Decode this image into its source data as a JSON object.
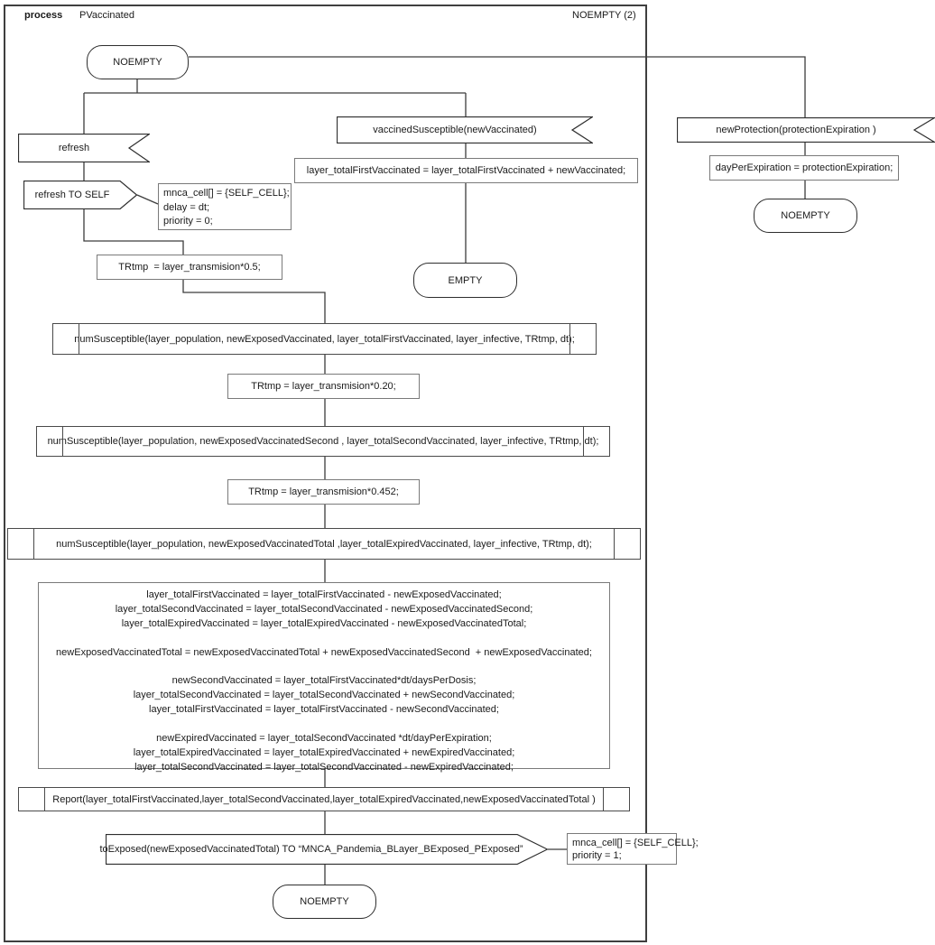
{
  "header": {
    "process_label": "process",
    "process_name": "PVaccinated",
    "window_title": "NOEMPTY (2)"
  },
  "colors": {
    "stroke": "#3f3f3f",
    "box_border": "#7a7a7a",
    "background": "#ffffff"
  },
  "states": {
    "top": "NOEMPTY",
    "empty": "EMPTY",
    "right": "NOEMPTY",
    "bottom": "NOEMPTY"
  },
  "receives": {
    "refresh": "refresh",
    "vaccined_susceptible": "vaccinedSusceptible(newVaccinated)",
    "new_protection": "newProtection(protectionExpiration )"
  },
  "sends": {
    "refresh_to_self": "refresh TO SELF",
    "to_exposed": "toExposed(newExposedVaccinatedTotal) TO “MNCA_Pandemia_BLayer_BExposed_PExposed”"
  },
  "assign_boxes": {
    "mnca_self": {
      "lines": [
        "mnca_cell[] = {SELF_CELL};",
        "delay = dt;",
        "priority = 0;"
      ]
    },
    "trtmp1": "TRtmp  = layer_transmision*0.5;",
    "first_vaccinated": "layer_totalFirstVaccinated = layer_totalFirstVaccinated + newVaccinated;",
    "day_per_expiration": "dayPerExpiration = protectionExpiration;",
    "trtmp2": "TRtmp = layer_transmision*0.20;",
    "trtmp3": "TRtmp = layer_transmision*0.452;",
    "mnca_exposed": {
      "lines": [
        "mnca_cell[] = {SELF_CELL};",
        "priority = 1;"
      ]
    }
  },
  "calls": {
    "num_susceptible_1": "numSusceptible(layer_population, newExposedVaccinated, layer_totalFirstVaccinated, layer_infective, TRtmp, dt);",
    "num_susceptible_2": "numSusceptible(layer_population, newExposedVaccinatedSecond , layer_totalSecondVaccinated, layer_infective, TRtmp, dt);",
    "num_susceptible_3": "numSusceptible(layer_population, newExposedVaccinatedTotal ,layer_totalExpiredVaccinated, layer_infective, TRtmp, dt);",
    "report": "Report(layer_totalFirstVaccinated,layer_totalSecondVaccinated,layer_totalExpiredVaccinated,newExposedVaccinatedTotal )"
  },
  "big_block": {
    "lines": [
      "layer_totalFirstVaccinated = layer_totalFirstVaccinated - newExposedVaccinated;",
      "layer_totalSecondVaccinated = layer_totalSecondVaccinated - newExposedVaccinatedSecond;",
      "layer_totalExpiredVaccinated = layer_totalExpiredVaccinated - newExposedVaccinatedTotal;",
      "",
      "newExposedVaccinatedTotal = newExposedVaccinatedTotal + newExposedVaccinatedSecond  + newExposedVaccinated;",
      "",
      "newSecondVaccinated = layer_totalFirstVaccinated*dt/daysPerDosis;",
      "layer_totalSecondVaccinated = layer_totalSecondVaccinated + newSecondVaccinated;",
      "layer_totalFirstVaccinated = layer_totalFirstVaccinated - newSecondVaccinated;",
      "",
      "newExpiredVaccinated = layer_totalSecondVaccinated *dt/dayPerExpiration;",
      "layer_totalExpiredVaccinated = layer_totalExpiredVaccinated + newExpiredVaccinated;",
      "layer_totalSecondVaccinated = layer_totalSecondVaccinated - newExpiredVaccinated;"
    ]
  }
}
